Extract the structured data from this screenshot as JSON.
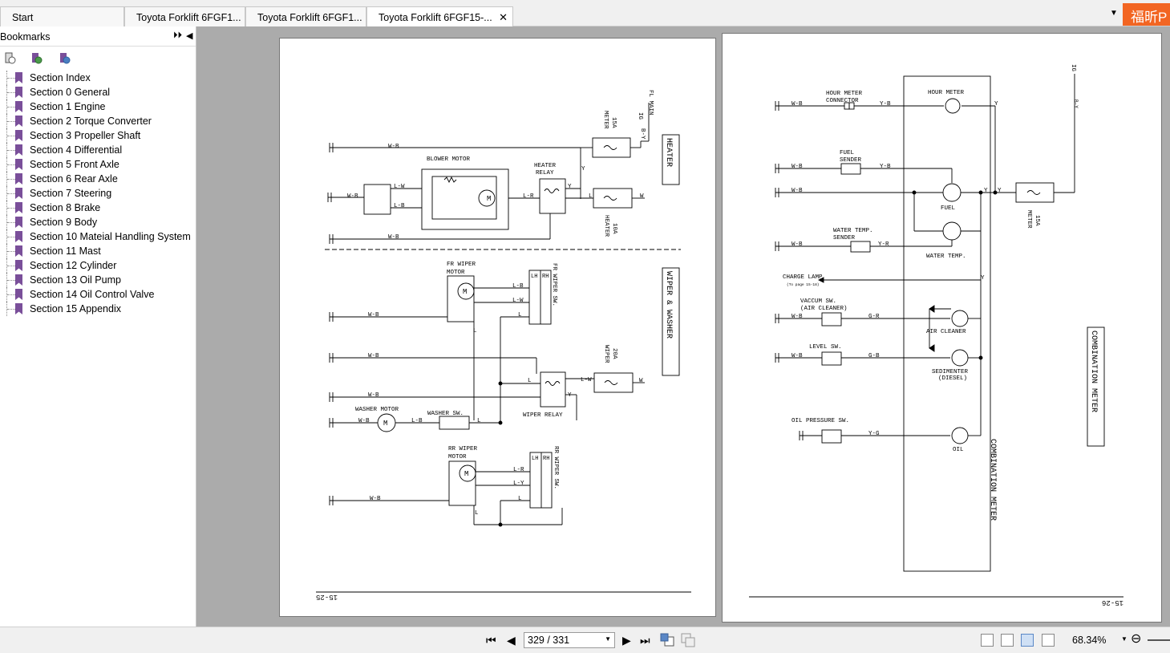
{
  "tabs": [
    {
      "label": "Start"
    },
    {
      "label": "Toyota Forklift 6FGF1..."
    },
    {
      "label": "Toyota Forklift 6FGF1..."
    },
    {
      "label": "Toyota Forklift 6FGF15-..."
    }
  ],
  "tab_close_glyph": "✕",
  "brand_badge": "福昕P",
  "sidebar": {
    "title": "Bookmarks",
    "bookmarks": [
      {
        "label": "Section Index"
      },
      {
        "label": "Section 0 General"
      },
      {
        "label": "Section 1 Engine"
      },
      {
        "label": "Section 2 Torque Converter"
      },
      {
        "label": "Section 3 Propeller Shaft"
      },
      {
        "label": "Section 4 Differential"
      },
      {
        "label": "Section 5 Front Axle"
      },
      {
        "label": "Section 6 Rear Axle"
      },
      {
        "label": "Section 7 Steering"
      },
      {
        "label": "Section 8 Brake"
      },
      {
        "label": "Section 9 Body"
      },
      {
        "label": "Section 10 Mateial Handling System"
      },
      {
        "label": "Section 11 Mast"
      },
      {
        "label": "Section 12 Cylinder"
      },
      {
        "label": "Section 13 Oil Pump"
      },
      {
        "label": "Section 14 Oil Control Valve"
      },
      {
        "label": "Section 15 Appendix"
      }
    ]
  },
  "page_left": {
    "page_number": "15-25",
    "labels": {
      "fl_main": "FL MAIN",
      "ig": "IG",
      "by": "B-Y",
      "fuse15a": "15A",
      "fuse15a_name": "METER",
      "heater_box": "HEATER",
      "blower_motor": "BLOWER MOTOR",
      "heater_relay_1": "HEATER",
      "heater_relay_2": "RELAY",
      "fuse10a": "10A",
      "fuse10a_name": "HEATER",
      "wb": "W-B",
      "lw": "L-W",
      "lb": "L-B",
      "lr": "L-R",
      "y": "Y",
      "w": "W",
      "l": "L",
      "ly": "L-Y",
      "fr_wiper_motor_1": "FR WIPER",
      "fr_wiper_motor_2": "MOTOR",
      "fr_wiper_sw": "FR WIPER SW.",
      "lh": "LH",
      "rh": "RH",
      "wiper_washer_box": "WIPER & WASHER",
      "fuse20a": "20A",
      "fuse20a_name": "WIPER",
      "wiper_relay": "WIPER RELAY",
      "washer_motor": "WASHER MOTOR",
      "washer_sw": "WASHER SW.",
      "rr_wiper_motor_1": "RR WIPER",
      "rr_wiper_motor_2": "MOTOR",
      "rr_wiper_sw": "RR WIPER SW.",
      "motor_m": "M"
    }
  },
  "page_right": {
    "page_number": "15-26",
    "labels": {
      "ig": "IG",
      "by": "B-Y",
      "hour_meter_connector_1": "HOUR METER",
      "hour_meter_connector_2": "CONNECTOR",
      "hour_meter": "HOUR METER",
      "fuel_sender_1": "FUEL",
      "fuel_sender_2": "SENDER",
      "fuel": "FUEL",
      "fuse15a": "15A",
      "fuse15a_name": "METER",
      "water_temp_sender_1": "WATER TEMP.",
      "water_temp_sender_2": "SENDER",
      "water_temp": "WATER TEMP.",
      "charge_lamp": "CHARGE LAMP",
      "charge_lamp_ref": "(To page 15-18)",
      "vaccum_sw_1": "VACCUM SW.",
      "vaccum_sw_2": "(AIR CLEANER)",
      "air_cleaner": "AIR CLEANER",
      "level_sw": "LEVEL SW.",
      "sedimenter_1": "SEDIMENTER",
      "sedimenter_2": "(DIESEL)",
      "oil_pressure_sw": "OIL PRESSURE SW.",
      "oil": "OIL",
      "combination_meter": "COMBINATION METER",
      "wb": "W-B",
      "yb": "Y-B",
      "yr": "Y-R",
      "gr": "G-R",
      "gb": "G-B",
      "yg": "Y-G",
      "y": "Y"
    }
  },
  "statusbar": {
    "page_field": "329 / 331",
    "zoom": "68.34%",
    "icons": [
      "first-page-icon",
      "prev-page-icon",
      "next-page-icon",
      "last-page-icon",
      "previous-view-icon",
      "next-view-icon",
      "single-page-icon",
      "continuous-icon",
      "facing-icon",
      "continuous-facing-icon"
    ]
  },
  "colors": {
    "brand": "#f26522",
    "bookmark_flag": "#7a4f9a",
    "workspace": "#ababab"
  }
}
